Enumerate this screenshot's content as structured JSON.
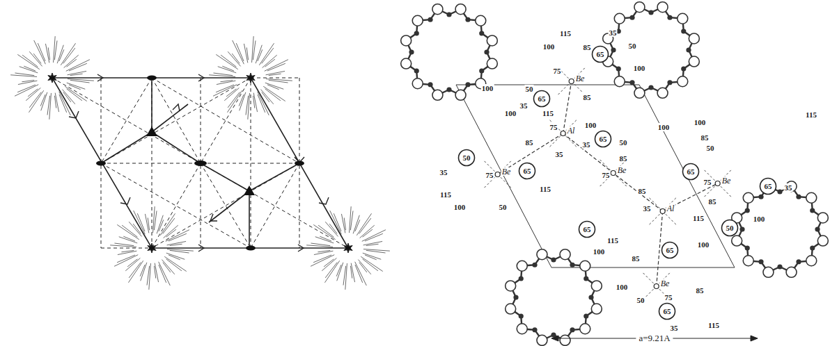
{
  "diagram": {
    "labels": [
      "115",
      "35",
      "100",
      "85",
      "65",
      "50",
      "75",
      "Be",
      "100",
      "85",
      "100",
      "50",
      "65",
      "35",
      "115",
      "100",
      "75",
      "Al",
      "100",
      "85",
      "35",
      "65",
      "50",
      "100",
      "100",
      "115",
      "85",
      "50",
      "50",
      "35",
      "75",
      "Be",
      "65",
      "35",
      "85",
      "75",
      "Be",
      "115",
      "85",
      "65",
      "75",
      "Be",
      "65",
      "35",
      "115",
      "100",
      "50",
      "35",
      "Al",
      "85",
      "115",
      "100",
      "50",
      "65",
      "115",
      "100",
      "85",
      "65",
      "100",
      "100",
      "50",
      "Be",
      "75",
      "85",
      "65",
      "115",
      "35",
      "a=9.21A"
    ]
  }
}
